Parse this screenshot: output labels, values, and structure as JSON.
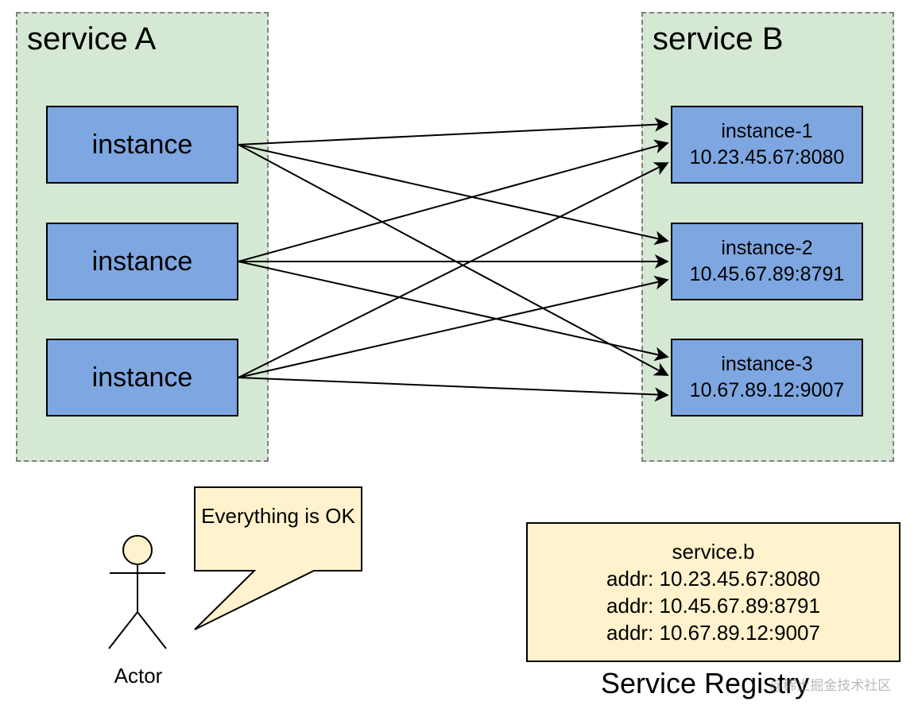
{
  "service_a": {
    "title": "service A",
    "instances": [
      "instance",
      "instance",
      "instance"
    ]
  },
  "service_b": {
    "title": "service B",
    "instances": [
      {
        "name": "instance-1",
        "addr": "10.23.45.67:8080"
      },
      {
        "name": "instance-2",
        "addr": "10.45.67.89:8791"
      },
      {
        "name": "instance-3",
        "addr": "10.67.89.12:9007"
      }
    ]
  },
  "actor": {
    "label": "Actor",
    "speech": "Everything is OK"
  },
  "registry": {
    "service": "service.b",
    "addresses": [
      "addr: 10.23.45.67:8080",
      "addr: 10.45.67.89:8791",
      "addr: 10.67.89.12:9007"
    ],
    "caption": "Service Registry"
  },
  "watermark": "@稀土掘金技术社区",
  "colors": {
    "group_fill": "#d5e8d4",
    "group_border": "#808080",
    "instance_fill": "#7ea6e0",
    "note_fill": "#fff2cc",
    "actor_head": "#fff2cc"
  }
}
